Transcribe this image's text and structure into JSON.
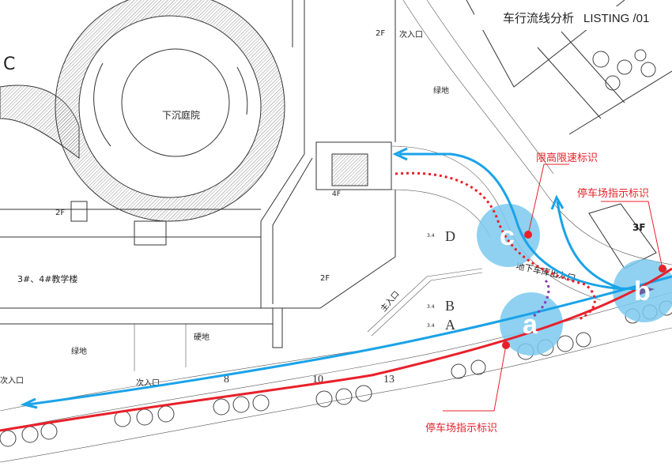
{
  "title": {
    "cn": "车行流线分析",
    "en": "LISTING /01"
  },
  "colors": {
    "vehicle_in": "#1aa3e8",
    "vehicle_out": "#e8202a",
    "underground": "#e8202a",
    "bubble": "#7cc9ef"
  },
  "buildings": {
    "block_c": "C",
    "sunken_court": "下沉庭院",
    "teaching": "3#、4#教学楼",
    "floor_2f": "2F",
    "floor_4f": "4F",
    "floor_3f": "3F"
  },
  "site_labels": {
    "secondary_entrance": "次入口",
    "green": "绿地",
    "hard_ground": "硬地",
    "main_entrance": "主入口",
    "garage_entrance": "地下车库出入口",
    "gate_d": "D",
    "gate_b": "B",
    "gate_a": "A",
    "gate_dim": "3.4",
    "road_numbers": [
      "8",
      "10",
      "13"
    ]
  },
  "annotations": {
    "height_speed_sign": "限高限速标识",
    "parking_sign": "停车场指示标识"
  },
  "markers": [
    "a",
    "b",
    "c"
  ]
}
